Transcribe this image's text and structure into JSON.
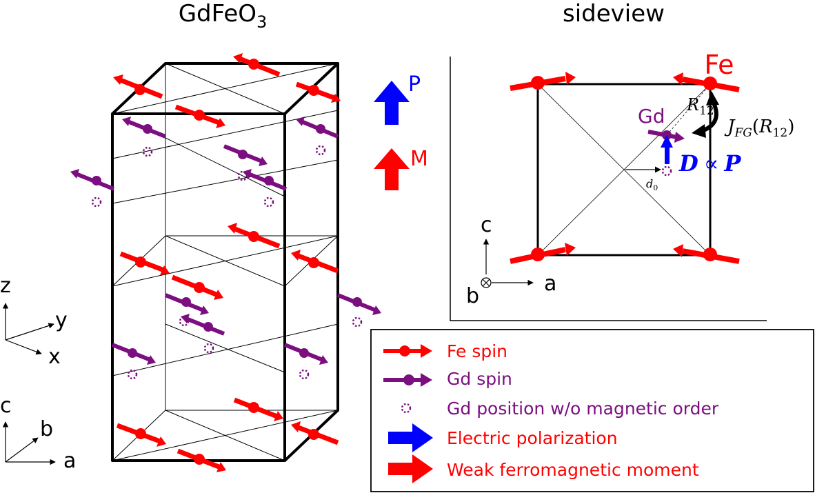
{
  "titles": {
    "left_main": "GdFeO",
    "left_sub": "3",
    "right": "sideview"
  },
  "axes_main": {
    "z": "z",
    "y": "y",
    "x": "x",
    "c": "c",
    "b": "b",
    "a": "a"
  },
  "axes_side": {
    "c": "c",
    "b": "b",
    "a": "a"
  },
  "indicators": {
    "p": "P",
    "m": "M"
  },
  "sideview": {
    "fe": "Fe",
    "gd": "Gd",
    "r12_main": "R",
    "r12_sub": "12",
    "j_main": "J",
    "j_sub": "FG",
    "j_open": "(",
    "j_r": "R",
    "j_r_sub": "12",
    "j_close": ")",
    "d_vec": "D",
    "propto": "∝",
    "p_vec": "P",
    "d0_main": "d",
    "d0_sub": "0"
  },
  "legend": {
    "fe_spin": "Fe spin",
    "gd_spin": "Gd spin",
    "gd_position": "Gd position w/o magnetic order",
    "electric_polarization": "Electric polarization",
    "weak_moment": "Weak ferromagnetic moment"
  },
  "colors": {
    "fe": "#ff0000",
    "gd": "#7b0f80",
    "polarization": "#0000ff",
    "line": "#000000"
  },
  "icons": {
    "fe_spin": "red-arrow-with-dot",
    "gd_spin": "purple-arrow-with-dot",
    "gd_position": "dotted-circle",
    "electric_polarization": "blue-block-arrow",
    "weak_moment": "red-block-arrow",
    "axis_b_out_of_page": "circled-cross"
  }
}
